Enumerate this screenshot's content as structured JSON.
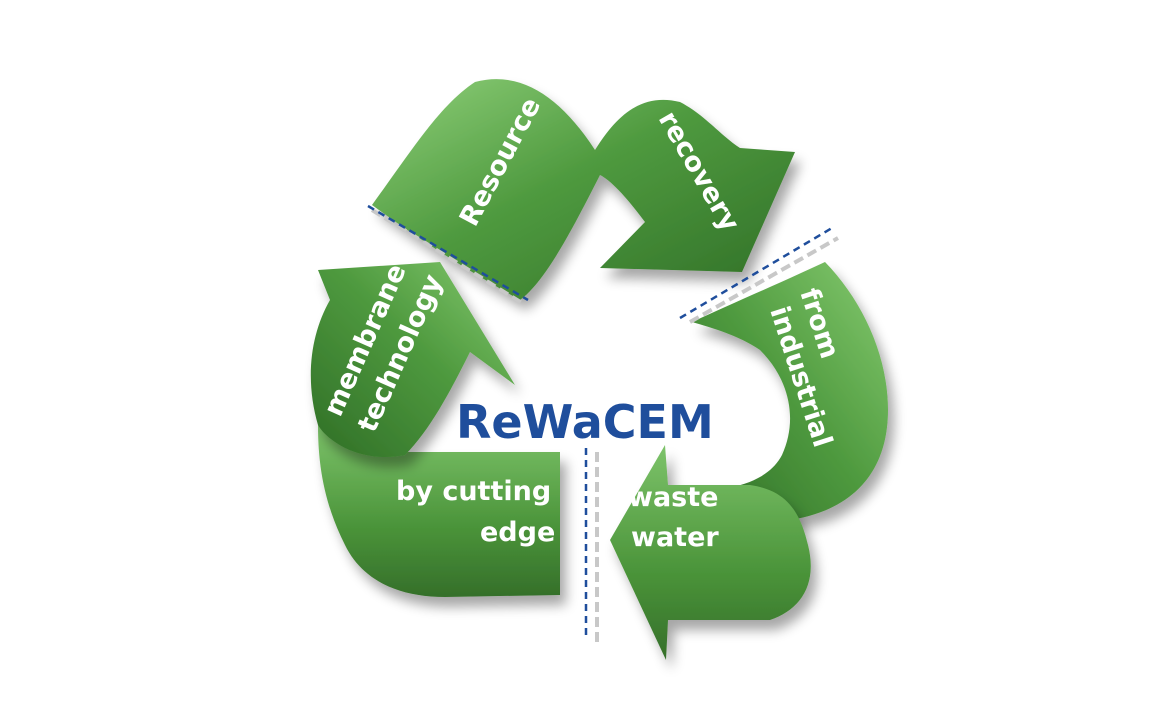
{
  "diagram": {
    "center_title": "ReWaCEM",
    "arrows": {
      "top": {
        "word_1": "Resource",
        "word_2": "recovery"
      },
      "right": {
        "line_1": "from",
        "line_2": "industrial"
      },
      "bottom_right": {
        "line_1": "waste",
        "line_2": "water"
      },
      "bottom_left": {
        "line_1": "by cutting",
        "line_2": "edge"
      },
      "left": {
        "line_1": "membrane",
        "line_2": "technology"
      }
    },
    "colors": {
      "arrow_green": "#4f9a3f",
      "arrow_green_light": "#7dc36a",
      "arrow_green_dark": "#2f6e26",
      "title_blue": "#1f4e9c",
      "divider_blue": "#1f4e9c",
      "divider_grey": "#c8c8c8"
    },
    "icons": [
      "recycle-arrows-icon"
    ]
  }
}
